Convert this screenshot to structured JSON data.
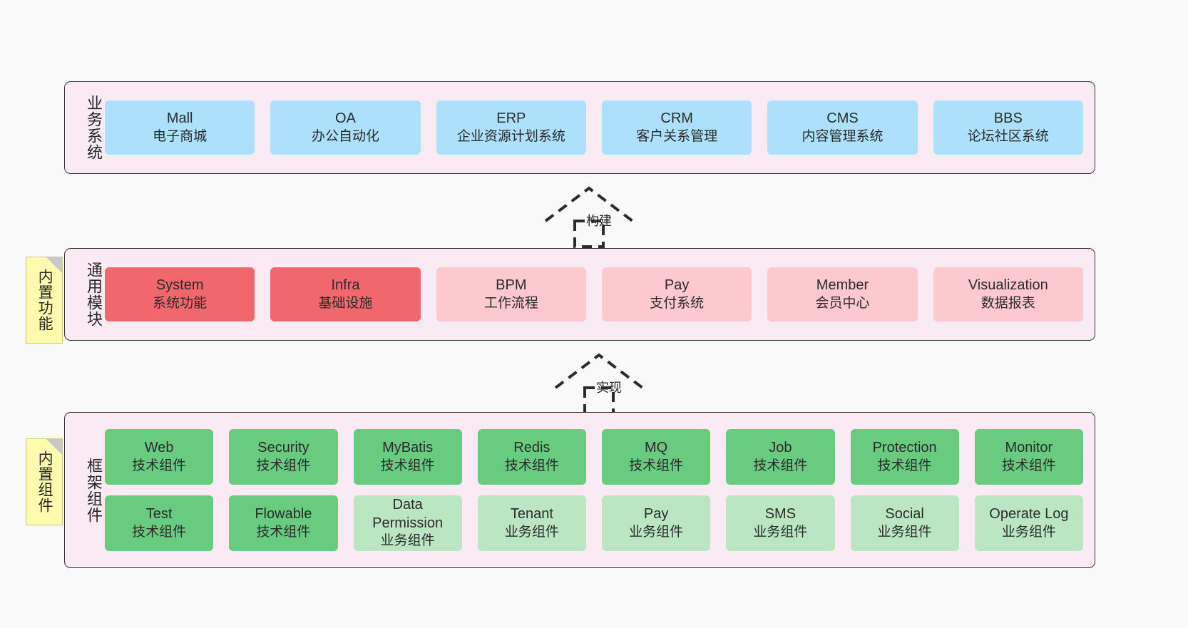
{
  "diagram": {
    "title": "ruoyi-vue-pro architecture layers",
    "colors": {
      "canvas_bg": "#f9f9f9",
      "row_bg": "#f9eaf4",
      "row_border": "#333333",
      "business_box": "#ace0fb",
      "module_core_box": "#f0686d",
      "module_box": "#fbc9ce",
      "tech_component_box": "#68cb7f",
      "biz_component_box": "#bbe6c2",
      "note_bg": "#fcfbae",
      "note_fold": "#c8c8c8"
    }
  },
  "rows": [
    {
      "label": "业务系统",
      "note": null,
      "groups": [
        [
          {
            "t1": "Mall",
            "t2": "电子商城",
            "style": "blue"
          },
          {
            "t1": "OA",
            "t2": "办公自动化",
            "style": "blue"
          },
          {
            "t1": "ERP",
            "t2": "企业资源计划系统",
            "style": "blue"
          },
          {
            "t1": "CRM",
            "t2": "客户关系管理",
            "style": "blue"
          },
          {
            "t1": "CMS",
            "t2": "内容管理系统",
            "style": "blue"
          },
          {
            "t1": "BBS",
            "t2": "论坛社区系统",
            "style": "blue"
          }
        ]
      ]
    },
    {
      "label": "通用模块",
      "note": "内置功能",
      "groups": [
        [
          {
            "t1": "System",
            "t2": "系统功能",
            "style": "red"
          },
          {
            "t1": "Infra",
            "t2": "基础设施",
            "style": "red"
          },
          {
            "t1": "BPM",
            "t2": "工作流程",
            "style": "pinklight"
          },
          {
            "t1": "Pay",
            "t2": "支付系统",
            "style": "pinklight"
          },
          {
            "t1": "Member",
            "t2": "会员中心",
            "style": "pinklight"
          },
          {
            "t1": "Visualization",
            "t2": "数据报表",
            "style": "pinklight"
          }
        ]
      ]
    },
    {
      "label": "框架组件",
      "note": "内置组件",
      "groups": [
        [
          {
            "t1": "Web",
            "t2": "技术组件",
            "style": "green"
          },
          {
            "t1": "Security",
            "t2": "技术组件",
            "style": "green"
          },
          {
            "t1": "MyBatis",
            "t2": "技术组件",
            "style": "green"
          },
          {
            "t1": "Redis",
            "t2": "技术组件",
            "style": "green"
          },
          {
            "t1": "MQ",
            "t2": "技术组件",
            "style": "green"
          },
          {
            "t1": "Job",
            "t2": "技术组件",
            "style": "green"
          },
          {
            "t1": "Protection",
            "t2": "技术组件",
            "style": "green"
          },
          {
            "t1": "Monitor",
            "t2": "技术组件",
            "style": "green"
          }
        ],
        [
          {
            "t1": "Test",
            "t2": "技术组件",
            "style": "green"
          },
          {
            "t1": "Flowable",
            "t2": "技术组件",
            "style": "green"
          },
          {
            "t1": "Data Permission",
            "t2": "业务组件",
            "style": "greenlight"
          },
          {
            "t1": "Tenant",
            "t2": "业务组件",
            "style": "greenlight"
          },
          {
            "t1": "Pay",
            "t2": "业务组件",
            "style": "greenlight"
          },
          {
            "t1": "SMS",
            "t2": "业务组件",
            "style": "greenlight"
          },
          {
            "t1": "Social",
            "t2": "业务组件",
            "style": "greenlight"
          },
          {
            "t1": "Operate Log",
            "t2": "业务组件",
            "style": "greenlight"
          }
        ]
      ]
    }
  ],
  "connectors": [
    {
      "label": "构建",
      "direction": "up"
    },
    {
      "label": "实现",
      "direction": "up"
    }
  ]
}
